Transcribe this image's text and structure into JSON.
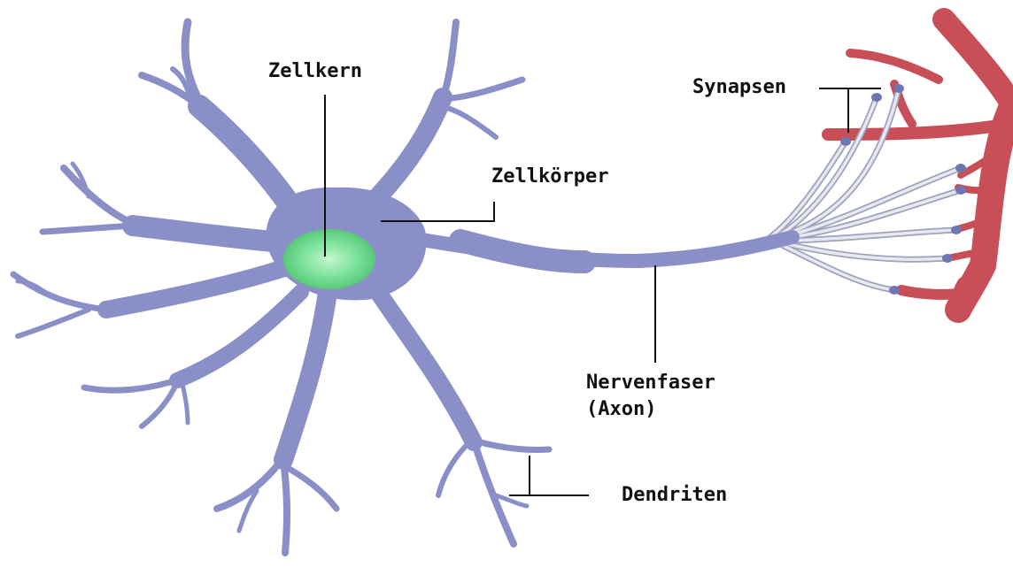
{
  "labels": {
    "zellkern": "Zellkern",
    "zellkoerper": "Zellkörper",
    "synapsen": "Synapsen",
    "nervenfaser_line1": "Nervenfaser",
    "nervenfaser_line2": "(Axon)",
    "dendriten": "Dendriten"
  },
  "colors": {
    "neuron": "#8a8fc7",
    "neuron_stroke": "#7379b3",
    "nucleus": "#66d98a",
    "nucleus_core": "#b8f2c8",
    "target_cell": "#c84e57",
    "axon_terminal": "#b8bccc",
    "leader_line": "#111111",
    "text": "#111111"
  }
}
